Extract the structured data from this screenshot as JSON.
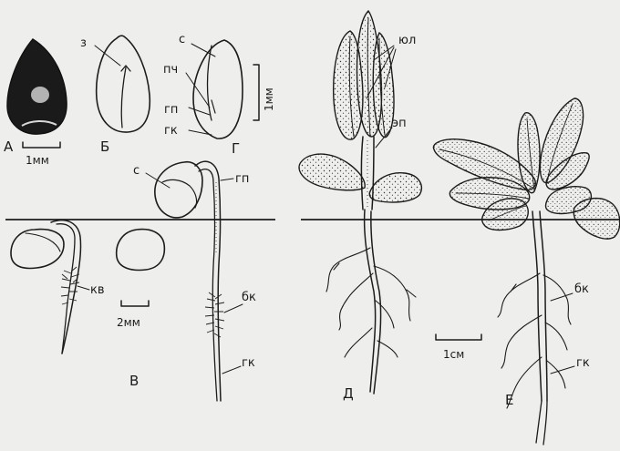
{
  "panels": {
    "a": {
      "letter": "А",
      "scale": "1мм"
    },
    "b": {
      "letter": "Б",
      "z": "з"
    },
    "g": {
      "letter": "Г",
      "c": "с",
      "pch": "пч",
      "gp": "гп",
      "gk": "гк",
      "scale": "1мм"
    },
    "v": {
      "letter": "В",
      "c": "с",
      "gp": "гп",
      "kv": "кв",
      "bk": "бк",
      "gk": "гк",
      "scale": "2мм"
    },
    "d": {
      "letter": "Д",
      "yul": "юл",
      "ep": "эп"
    },
    "e": {
      "letter": "Е",
      "bk": "бк",
      "gk": "гк",
      "scale": "1см"
    }
  },
  "colors": {
    "ink": "#1c1c1c",
    "paper": "#eeeeec",
    "seed": "#1a1a1a"
  }
}
